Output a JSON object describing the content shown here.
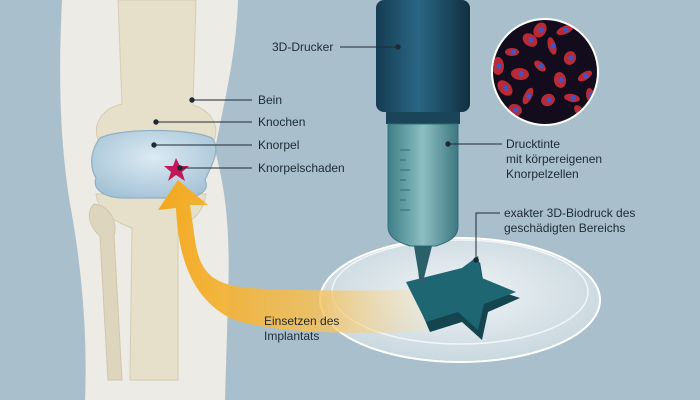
{
  "labels": {
    "bein": "Bein",
    "knochen": "Knochen",
    "knorpel": "Knorpel",
    "knorpelschaden": "Knorpelschaden",
    "drucker": "3D-Drucker",
    "drucktinte": "Drucktinte\nmit körpereigenen\nKnorpelzellen",
    "biodruck": "exakter 3D-Biodruck des\ngeschädigten Bereichs",
    "einsetzen": "Einsetzen des\nImplantats"
  },
  "colors": {
    "background": "#a9bfcc",
    "leg": "#ecebe5",
    "bone": "#e6dfc9",
    "cartilage": "#b9d3e4",
    "damage": "#c2185b",
    "printer_body": "#1e4c66",
    "implant": "#1f6673",
    "arrow": "#f2a81d",
    "cells_red": "#d7303a",
    "cells_blue": "#3f55c8"
  },
  "icons": {
    "cell_micrograph": "cell-micrograph-icon",
    "damage_marker": "damage-star-icon"
  }
}
